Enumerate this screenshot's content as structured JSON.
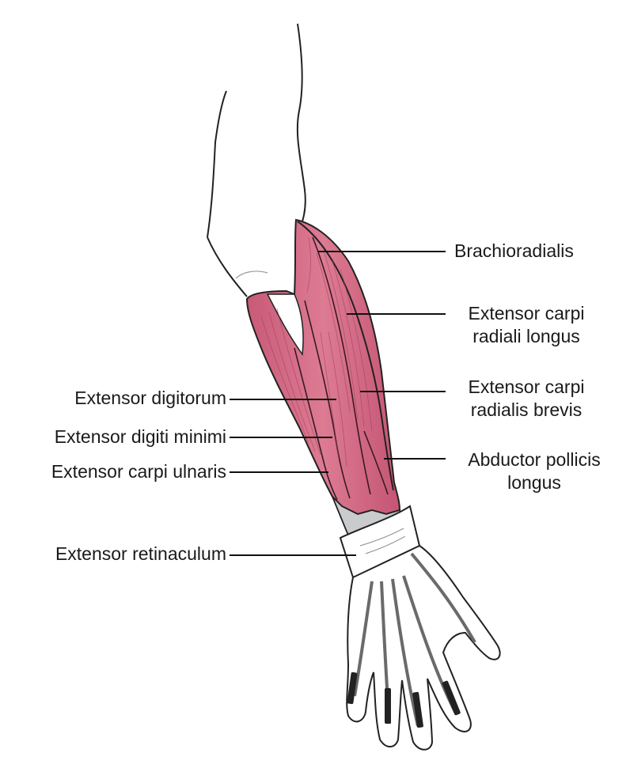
{
  "labels": {
    "brachioradialis": "Brachioradialis",
    "ecrl_line1": "Extensor carpi",
    "ecrl_line2": "radiali longus",
    "ecrb_line1": "Extensor carpi",
    "ecrb_line2": "radialis brevis",
    "apl_line1": "Abductor pollicis",
    "apl_line2": "longus",
    "extensor_digitorum": "Extensor digitorum",
    "extensor_digiti_minimi": "Extensor digiti minimi",
    "extensor_carpi_ulnaris": "Extensor carpi ulnaris",
    "extensor_retinaculum": "Extensor retinaculum"
  },
  "colors": {
    "muscle": "#d86f88",
    "muscle_dark": "#b84f6a",
    "tendon": "#c9cbcd",
    "outline": "#222222",
    "skin": "#ffffff"
  }
}
